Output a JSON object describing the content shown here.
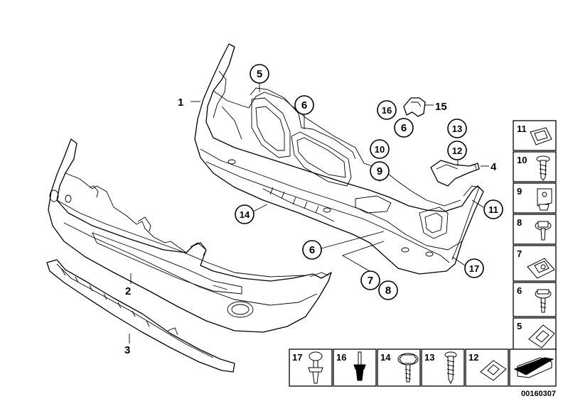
{
  "callouts": {
    "c1": "1",
    "c2": "2",
    "c3": "3",
    "c4": "4",
    "c5": "5",
    "c6a": "6",
    "c6b": "6",
    "c6c": "6",
    "c7": "7",
    "c8": "8",
    "c9": "9",
    "c10": "10",
    "c11": "11",
    "c12": "12",
    "c13": "13",
    "c14": "14",
    "c15": "15",
    "c16": "16",
    "c17": "17"
  },
  "parts_column": [
    "11",
    "10",
    "9",
    "8",
    "7",
    "6",
    "5"
  ],
  "parts_row": [
    "17",
    "16",
    "14",
    "13",
    "12"
  ],
  "doc_number": "00160307"
}
